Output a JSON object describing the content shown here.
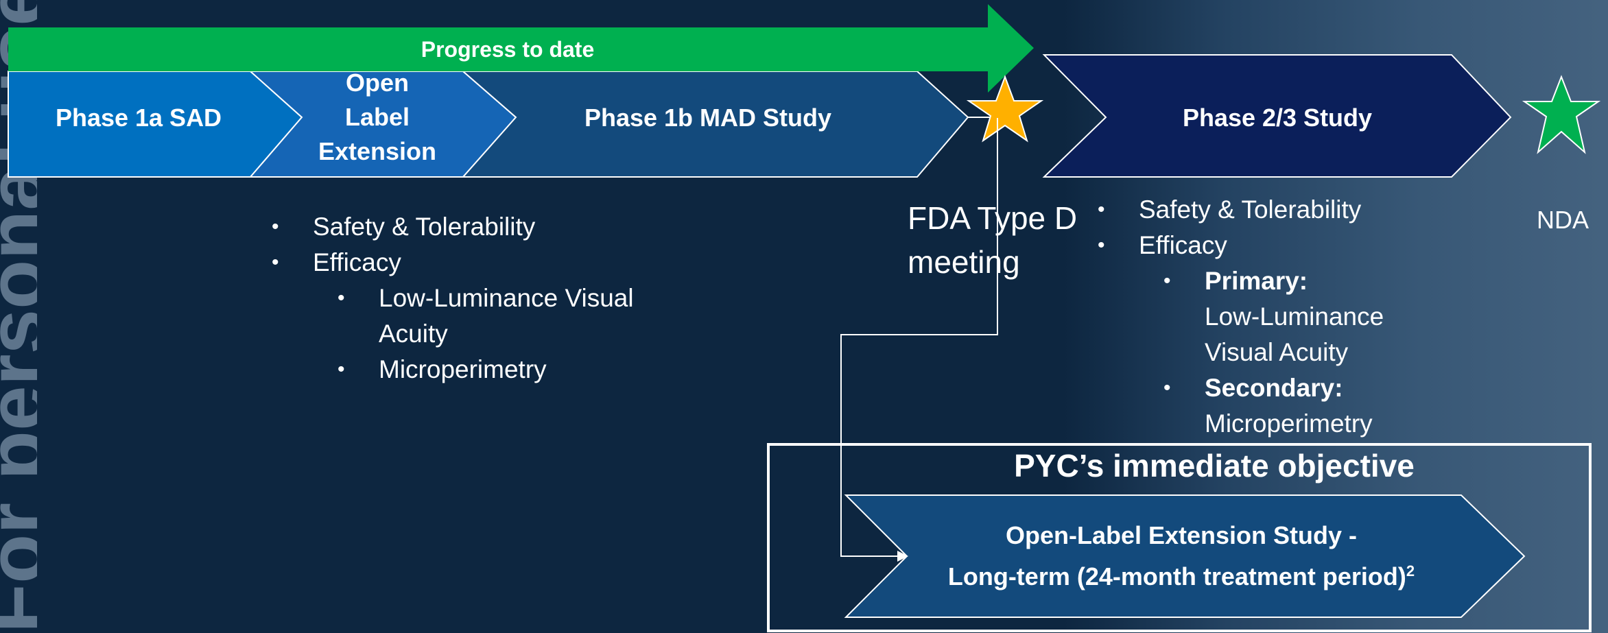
{
  "progress_arrow": {
    "label": "Progress to date"
  },
  "phases": [
    {
      "id": "phase1a",
      "label": "Phase 1a SAD"
    },
    {
      "id": "ole",
      "label_lines": [
        "Open",
        "Label",
        "Extension"
      ]
    },
    {
      "id": "phase1b",
      "label": "Phase 1b MAD Study"
    },
    {
      "id": "phase23",
      "label": "Phase 2/3 Study"
    }
  ],
  "phase1_bullets": {
    "items": [
      "Safety & Tolerability",
      "Efficacy"
    ],
    "sub_items": [
      [
        "Low-Luminance Visual",
        "Acuity"
      ],
      [
        "Microperimetry"
      ]
    ]
  },
  "fda_meeting": {
    "lines": [
      "FDA Type D",
      "meeting"
    ]
  },
  "phase23_bullets": {
    "items": [
      "Safety & Tolerability",
      "Efficacy"
    ],
    "primary_label": "Primary:",
    "primary_lines": [
      "Low-Luminance",
      "Visual Acuity"
    ],
    "secondary_label": "Secondary:",
    "secondary_lines": [
      "Microperimetry"
    ]
  },
  "nda": {
    "label": "NDA"
  },
  "objective": {
    "title": "PYC’s immediate objective",
    "line1": "Open-Label Extension Study -",
    "line2": "Long-term (24-month treatment period)",
    "superscript": "2"
  },
  "watermark": {
    "text": "For personal use only"
  },
  "colors": {
    "background": "#0d2640",
    "progress_green": "#00b050",
    "phase1a_blue": "#0070c0",
    "ole_blue": "#1565b5",
    "phase1b_blue": "#134a7c",
    "phase23_navy": "#0b1f5a",
    "objective_chevron": "#134a7c",
    "star_gold": "#ffb000",
    "star_green": "#00b050"
  }
}
